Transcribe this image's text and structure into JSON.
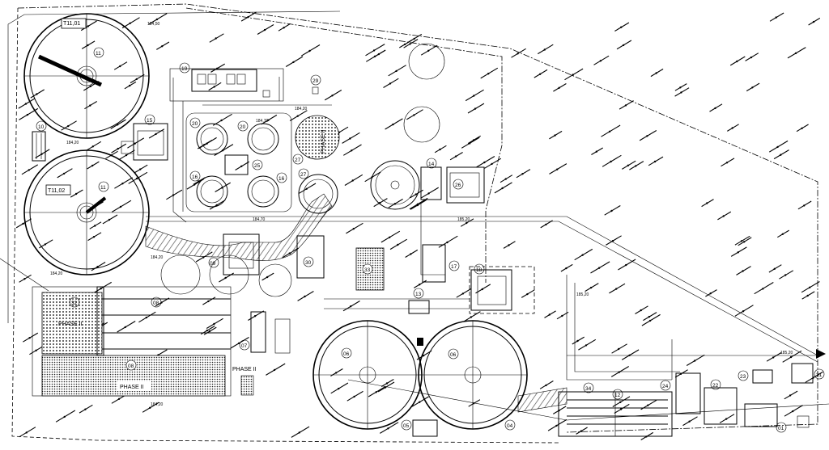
{
  "tanks": [
    {
      "id": "t11_01",
      "label": "T11,01",
      "num": "11"
    },
    {
      "id": "t11_02",
      "label": "T11,02",
      "num": "11"
    }
  ],
  "numbers": {
    "n01": "01",
    "n04": "04",
    "n05": "05",
    "n06": "06",
    "n07": "07",
    "n08": "08",
    "n09": "09",
    "n10": "10",
    "n11": "11",
    "n12": "12",
    "n13": "13",
    "n14": "14",
    "n15": "15",
    "n16": "16",
    "n17": "17",
    "n18": "18",
    "n19": "19",
    "n20": "20",
    "n22": "22",
    "n23": "23",
    "n24": "24",
    "n25": "25",
    "n26": "26",
    "n27": "27",
    "n29": "29",
    "n30": "30",
    "n31": "31",
    "n32": "32",
    "n33": "33",
    "n34": "34"
  },
  "phase_labels": {
    "phase_ii_a": "PHASE II",
    "phase_ii_b": "PHASE II",
    "phase_ii_c": "PHASE II",
    "phase_ii_d": "PHASE II"
  },
  "elevations": {
    "e1": "184,50",
    "e2": "184,20",
    "e3": "184,20",
    "e4": "184,70",
    "e5": "185,20",
    "e6": "184,20",
    "e7": "185,20",
    "e8": "184,20",
    "e9": "184,70",
    "e10": "185,20",
    "e11": "184,20"
  },
  "colors": {
    "line": "#000000",
    "background": "#ffffff",
    "hatch": "#555555"
  }
}
